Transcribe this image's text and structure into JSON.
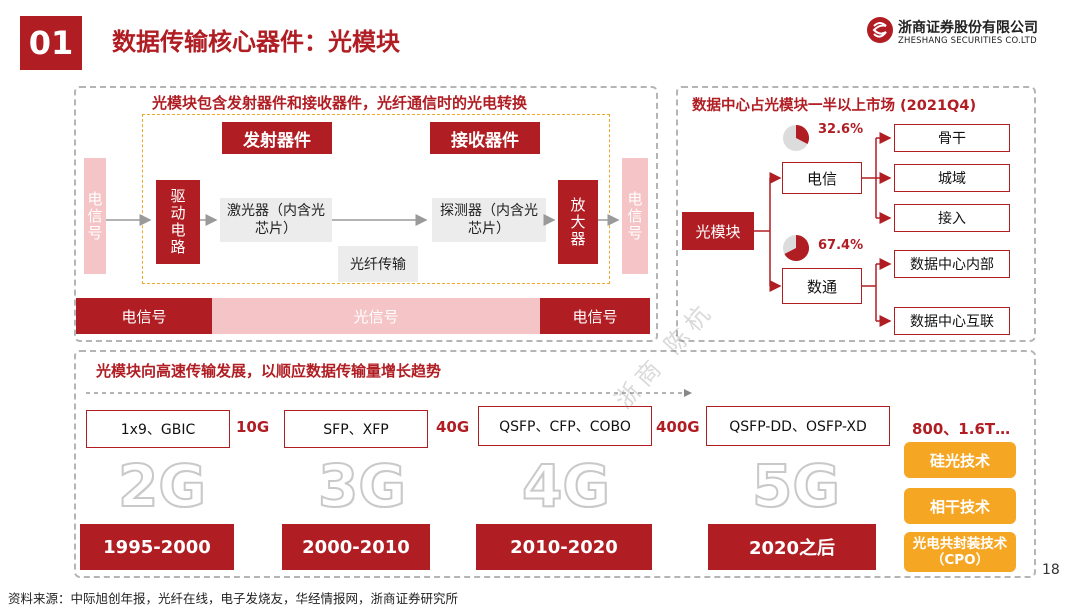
{
  "header": {
    "section_number": "01",
    "title": "数据传输核心器件：光模块",
    "company_cn": "浙商证券股份有限公司",
    "company_en": "ZHESHANG SECURITIES CO.LTD"
  },
  "left_panel": {
    "title": "光模块包含发射器件和接收器件，光纤通信时的光电转换",
    "tx_label": "发射器件",
    "rx_label": "接收器件",
    "elec_in": "电信号",
    "driver": "驱动电路",
    "laser": "激光器（内含光芯片）",
    "fiber": "光纤传输",
    "detector": "探测器（内含光芯片）",
    "amplifier": "放大器",
    "elec_out": "电信号",
    "bar_left": "电信号",
    "bar_mid": "光信号",
    "bar_right": "电信号"
  },
  "right_panel": {
    "title": "数据中心占光模块一半以上市场 (2021Q4)",
    "root": "光模块",
    "telecom": {
      "label": "电信",
      "share": "32.6%",
      "share_value": 32.6,
      "children": [
        "骨干",
        "城域",
        "接入"
      ]
    },
    "datacom": {
      "label": "数通",
      "share": "67.4%",
      "share_value": 67.4,
      "children": [
        "数据中心内部",
        "数据中心互联"
      ]
    }
  },
  "timeline": {
    "title": "光模块向高速传输发展，以顺应数据传输量增长趋势",
    "stages": [
      {
        "modules": "1x9、GBIC",
        "rate": "10G",
        "gen": "2G",
        "years": "1995-2000"
      },
      {
        "modules": "SFP、XFP",
        "rate": "40G",
        "gen": "3G",
        "years": "2000-2010"
      },
      {
        "modules": "QSFP、CFP、COBO",
        "rate": "400G",
        "gen": "4G",
        "years": "2010-2020"
      },
      {
        "modules": "QSFP-DD、OSFP-XD",
        "rate": "",
        "gen": "5G",
        "years": "2020之后"
      }
    ],
    "future_rate": "800、1.6T…",
    "techs": [
      "硅光技术",
      "相干技术",
      "光电共封装技术（CPO）"
    ]
  },
  "watermark": "浙商 陈杭",
  "page_number": "18",
  "source": "资料来源：中际旭创年报，光纤在线，电子发烧友，华经情报网，浙商证券研究所",
  "colors": {
    "accent": "#b01d23",
    "pink": "#f4c4c6",
    "orange": "#f5a623",
    "gray": "#ececec"
  }
}
